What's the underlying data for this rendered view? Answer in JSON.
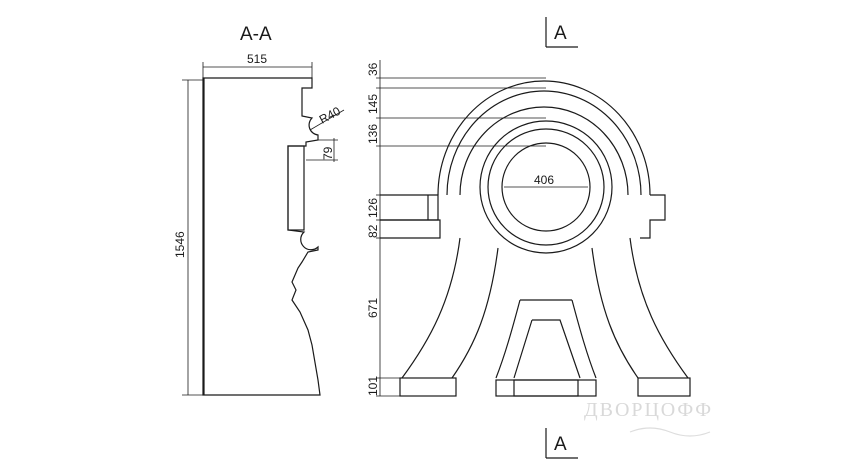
{
  "section": {
    "title": "A-A",
    "marker_top": "A",
    "marker_bottom": "A"
  },
  "dimensions": {
    "width_top": "515",
    "height_total": "1546",
    "radius": "R40",
    "small": "79",
    "d36": "36",
    "d145": "145",
    "d136": "136",
    "d126": "126",
    "d82": "82",
    "d671": "671",
    "d101": "101",
    "diameter": "406"
  },
  "watermark": {
    "brand": "ДВОРЦОФФ"
  },
  "colors": {
    "line": "#1a1a1a",
    "watermark": "#d9d9d9"
  }
}
